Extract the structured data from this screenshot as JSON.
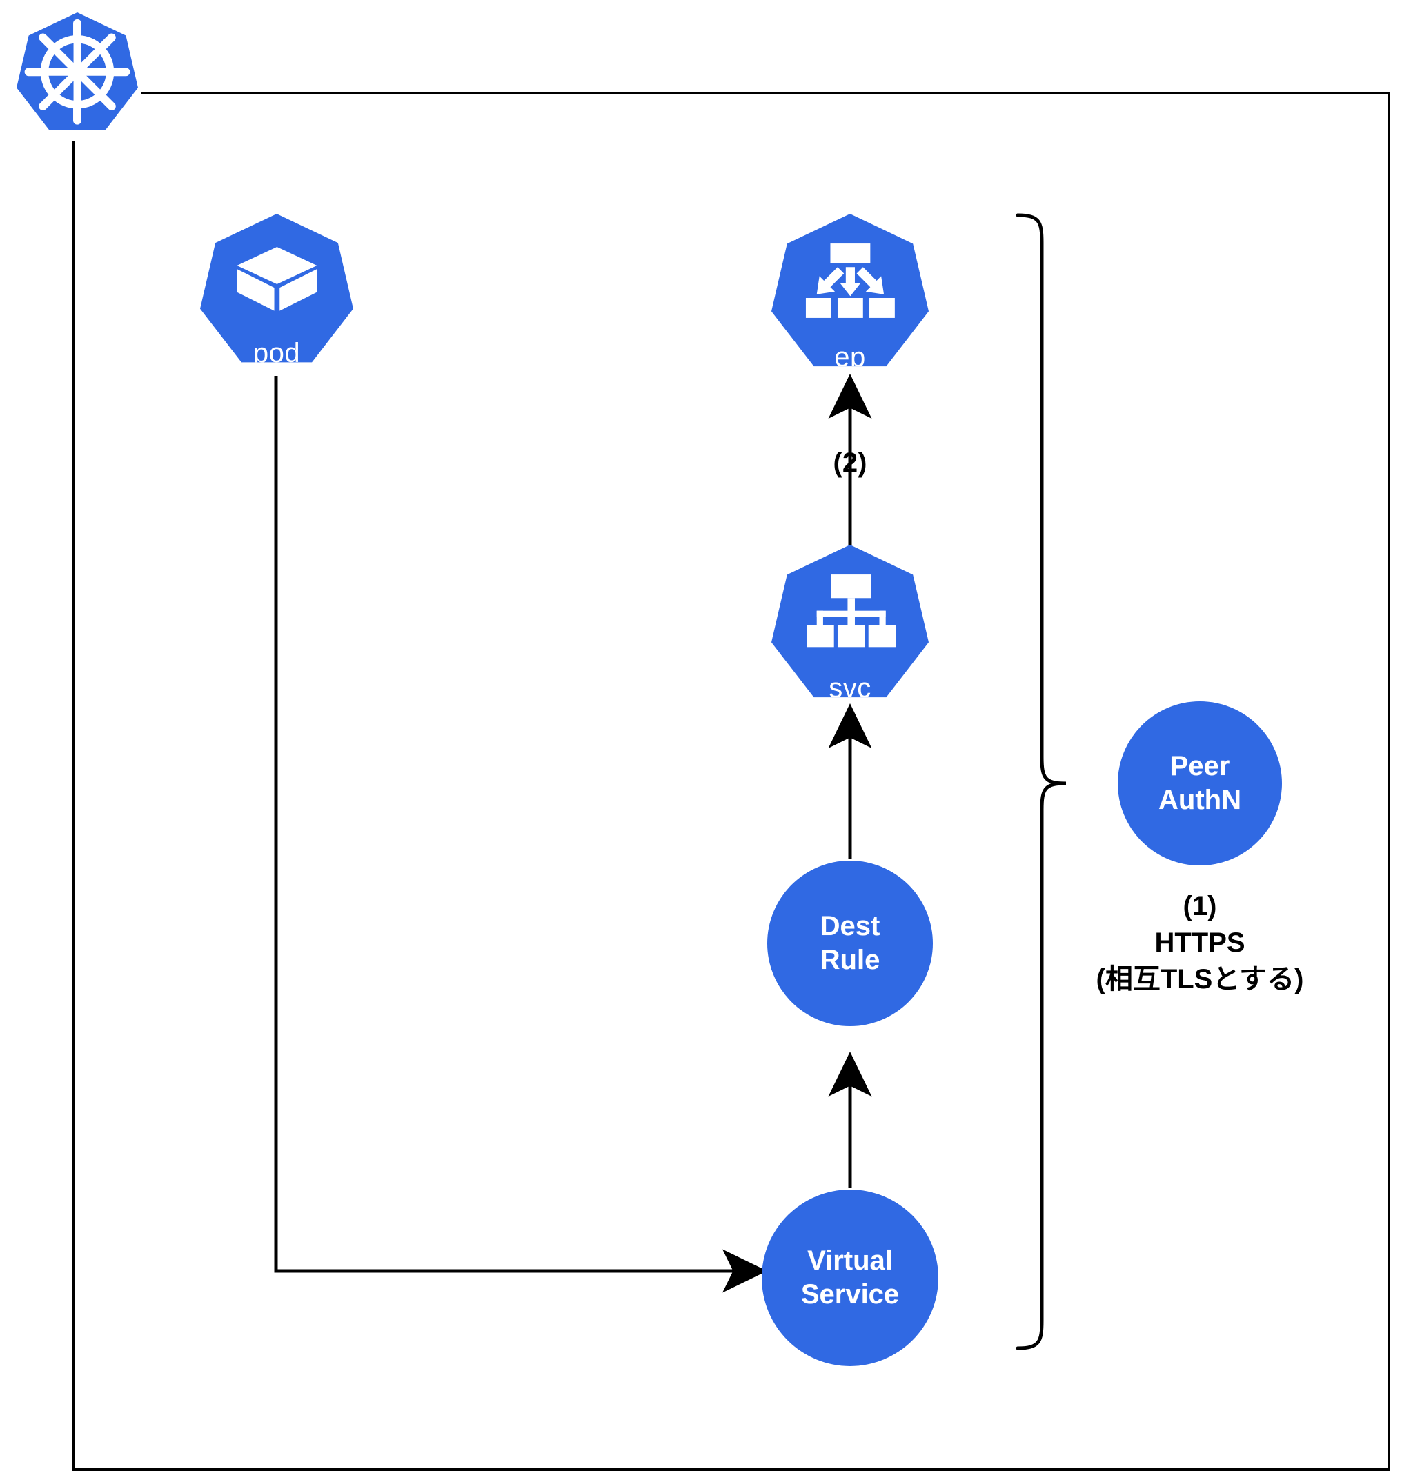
{
  "diagram": {
    "title": "Istio traffic resolution inside a Kubernetes cluster",
    "colors": {
      "brand_blue": "#3069e3",
      "line_black": "#000000",
      "icon_white": "#ffffff",
      "background": "#ffffff"
    },
    "cluster": {
      "name": "kubernetes-cluster-boundary",
      "logo_label": "kubernetes"
    },
    "nodes": [
      {
        "id": "pod",
        "label": "pod",
        "shape": "heptagon",
        "icon": "cube-icon"
      },
      {
        "id": "ep",
        "label": "ep",
        "shape": "heptagon",
        "icon": "endpoints-fanout-icon"
      },
      {
        "id": "svc",
        "label": "svc",
        "shape": "heptagon",
        "icon": "service-tree-icon"
      },
      {
        "id": "dest_rule",
        "label": "Dest\nRule",
        "shape": "circle",
        "icon": ""
      },
      {
        "id": "virtual_service",
        "label": "Virtual\nService",
        "shape": "circle",
        "icon": ""
      },
      {
        "id": "peer_authn",
        "label": "Peer\nAuthN",
        "shape": "circle",
        "icon": ""
      }
    ],
    "edges": [
      {
        "id": "pod-to-virtual-service",
        "from": "pod",
        "to": "virtual_service",
        "label": "",
        "arrow": true
      },
      {
        "id": "vs-to-dest-rule",
        "from": "virtual_service",
        "to": "dest_rule",
        "label": "",
        "arrow": true
      },
      {
        "id": "dest-rule-to-svc",
        "from": "dest_rule",
        "to": "svc",
        "label": "",
        "arrow": true
      },
      {
        "id": "svc-to-ep",
        "from": "svc",
        "to": "ep",
        "label": "(2)",
        "arrow": true
      }
    ],
    "annotations": {
      "step_two": "(2)",
      "peer_authn_note": "(1)\nHTTPS\n(相互TLSとする)",
      "brace": "right-curly-brace"
    }
  }
}
